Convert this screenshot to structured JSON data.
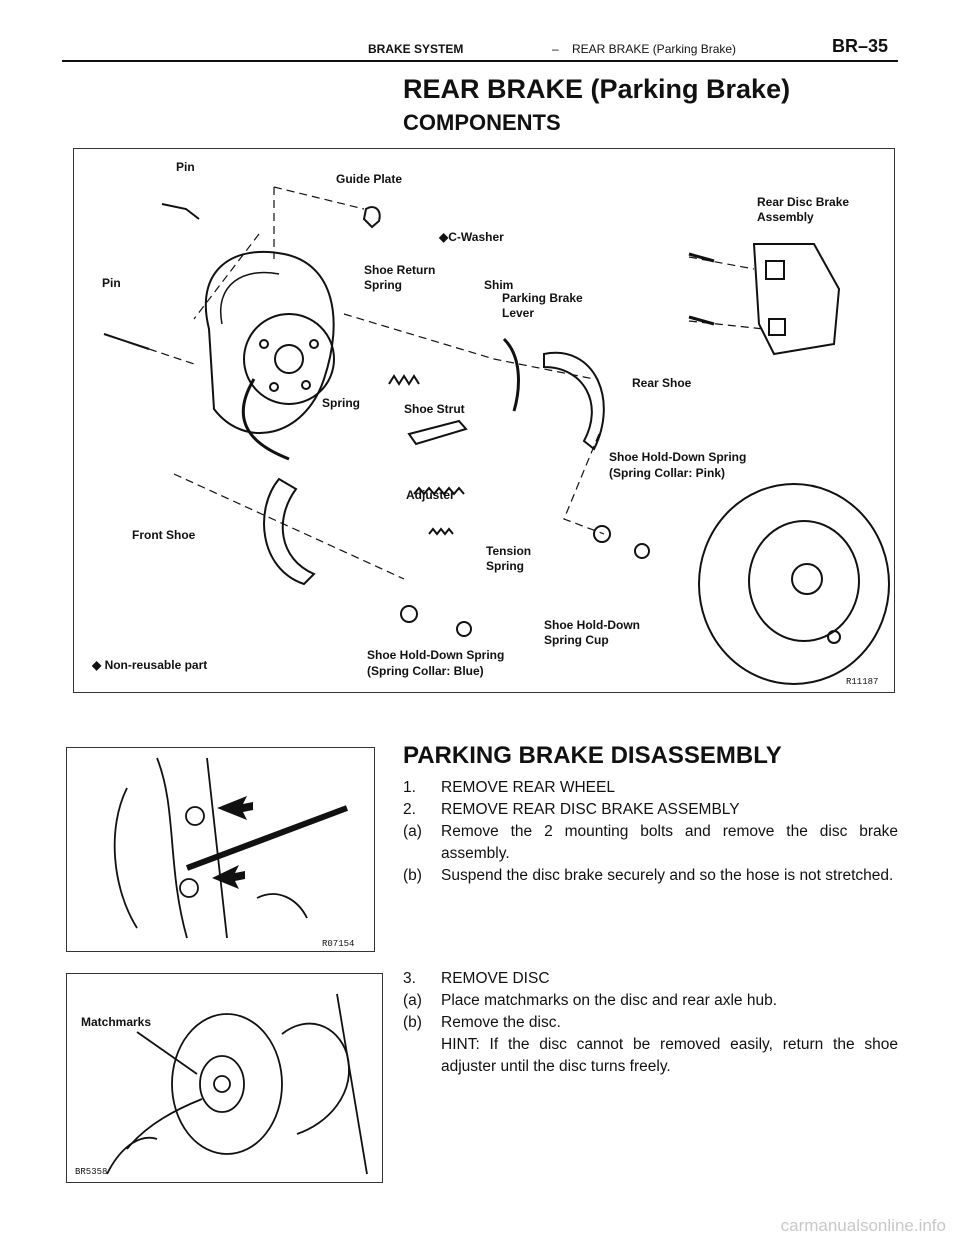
{
  "header": {
    "section": "BRAKE SYSTEM",
    "separator": "–",
    "subsection": "REAR BRAKE (Parking Brake)",
    "page": "BR–35"
  },
  "title": "REAR BRAKE (Parking Brake)",
  "subtitle": "COMPONENTS",
  "figure1": {
    "code": "R11187",
    "labels": {
      "pin_top": "Pin",
      "guide_plate": "Guide Plate",
      "c_washer": "◆C-Washer",
      "rear_disc_1": "Rear Disc Brake",
      "rear_disc_2": "Assembly",
      "pin_left": "Pin",
      "shoe_return_1": "Shoe Return",
      "shoe_return_2": "Spring",
      "shim": "Shim",
      "parking_lever_1": "Parking Brake",
      "parking_lever_2": "Lever",
      "rear_shoe": "Rear Shoe",
      "spring": "Spring",
      "shoe_strut": "Shoe Strut",
      "hold_pink_1": "Shoe Hold-Down Spring",
      "hold_pink_2": "(Spring Collar: Pink)",
      "adjuster": "Adjuster",
      "front_shoe": "Front Shoe",
      "tension_1": "Tension",
      "tension_2": "Spring",
      "cup_1": "Shoe Hold-Down",
      "cup_2": "Spring Cup",
      "non_reusable": "◆  Non-reusable part",
      "hold_blue_1": "Shoe Hold-Down Spring",
      "hold_blue_2": "(Spring Collar: Blue)"
    }
  },
  "section2": {
    "title": "PARKING BRAKE DISASSEMBLY",
    "items": [
      {
        "num": "1.",
        "text": "REMOVE REAR WHEEL"
      },
      {
        "num": "2.",
        "text": "REMOVE REAR DISC BRAKE ASSEMBLY"
      },
      {
        "num": "(a)",
        "text": "Remove the 2 mounting bolts and remove the disc brake assembly."
      },
      {
        "num": "(b)",
        "text": "Suspend the disc brake securely and so the hose is not stretched."
      }
    ],
    "figure_code": "R07154"
  },
  "section3": {
    "items": [
      {
        "num": "3.",
        "text": "REMOVE DISC"
      },
      {
        "num": "(a)",
        "text": "Place matchmarks on the disc and rear axle hub."
      },
      {
        "num": "(b)",
        "text": "Remove the disc."
      },
      {
        "num": "",
        "text": "HINT: If the disc cannot be removed easily, return the shoe adjuster until the disc turns freely."
      }
    ],
    "figure_label": "Matchmarks",
    "figure_code": "BR5358"
  },
  "watermark": "carmanualsonline.info"
}
